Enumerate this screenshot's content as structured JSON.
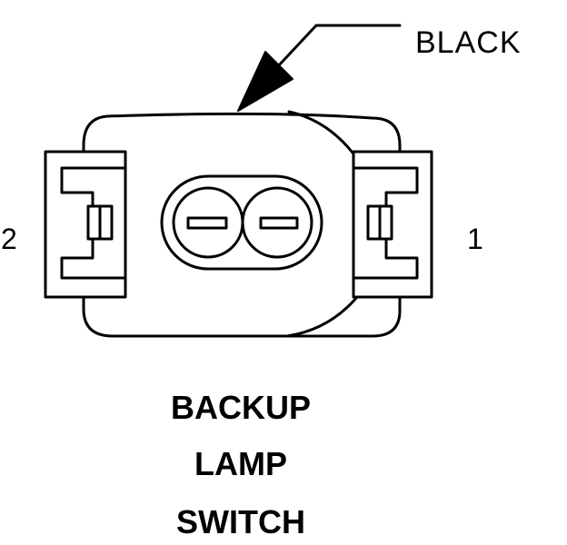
{
  "wire_color_label": "BLACK",
  "pin_labels": {
    "left": "2",
    "right": "1"
  },
  "title_lines": [
    "BACKUP",
    "LAMP",
    "SWITCH"
  ]
}
